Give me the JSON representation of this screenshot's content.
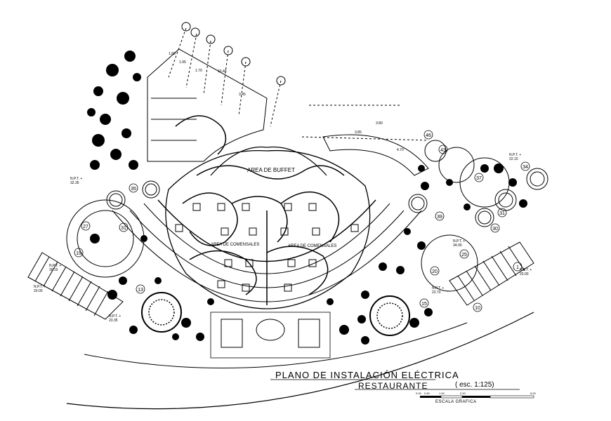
{
  "drawing": {
    "title": "PLANO DE INSTALACIÓN ELÉCTRICA",
    "subtitle": "RESTAURANTE",
    "scale": "( esc. 1:125)",
    "scale_bar_caption": "ESCALA GRAFICA",
    "scale_bar_ticks": [
      "0.00",
      "0.50",
      "1.00",
      "2.00",
      "5.00"
    ]
  },
  "areas": {
    "buffet": "AREA DE BUFFET",
    "dining_left": "AREA DE COMENSALES",
    "dining_right": "AREA DE COMENSALES"
  },
  "level_tags": [
    {
      "id": "npt-a",
      "label": "N.P.T. +",
      "value": "32.35"
    },
    {
      "id": "npt-b",
      "label": "N.P.T. +",
      "value": "30.15"
    },
    {
      "id": "npt-c",
      "label": "N.P.T. +",
      "value": "20.00"
    },
    {
      "id": "npt-d",
      "label": "N.P.T. +",
      "value": "22.70"
    },
    {
      "id": "npt-e",
      "label": "N.P.T. +",
      "value": "20.00"
    },
    {
      "id": "npt-f",
      "label": "N.P.T. +",
      "value": "34.00"
    },
    {
      "id": "npt-g",
      "label": "N.P.T. +",
      "value": "22.10"
    },
    {
      "id": "npt-h",
      "label": "N.P.T. +",
      "value": "23.35"
    }
  ],
  "dimensions": [
    "1.60",
    "1.95",
    "1.70",
    "10.40",
    "3.45",
    "3.80",
    "3.85",
    "4.70"
  ],
  "bubbles": [
    "35",
    "27",
    "31",
    "19",
    "13",
    "39",
    "30",
    "34",
    "31",
    "25",
    "20",
    "15",
    "10",
    "1",
    "43",
    "46",
    "37"
  ]
}
